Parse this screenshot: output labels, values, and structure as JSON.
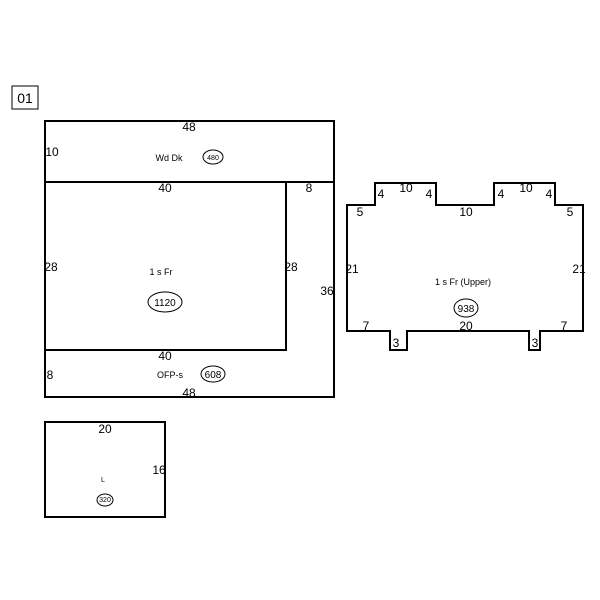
{
  "page_label": "01",
  "areas": {
    "wood_deck": {
      "label": "Wd Dk",
      "area": "480"
    },
    "first_floor": {
      "label": "1 s Fr",
      "area": "1120"
    },
    "porch": {
      "label": "OFP-s",
      "area": "608"
    },
    "upper": {
      "label": "1 s Fr  (Upper)",
      "area": "938"
    },
    "small": {
      "label": "L",
      "area": "320"
    }
  },
  "dimensions": {
    "deck_top": "48",
    "deck_left": "10",
    "fr_top": "40",
    "fr_top_right": "8",
    "fr_left": "28",
    "fr_right": "28",
    "outer_right": "36",
    "fr_bottom": "40",
    "porch_left": "8",
    "outer_bottom": "48",
    "up_left_notch": "5",
    "up_bump_l_left": "4",
    "up_bump_l_top": "10",
    "up_bump_l_right": "4",
    "up_mid_top": "10",
    "up_bump_r_left": "4",
    "up_bump_r_top": "10",
    "up_bump_r_right": "4",
    "up_right_notch": "5",
    "up_left": "21",
    "up_right": "21",
    "up_bottom_left": "7",
    "up_bottom_mid": "20",
    "up_bottom_right": "7",
    "up_step_left": "3",
    "up_step_right": "3",
    "small_top": "20",
    "small_right": "16"
  }
}
